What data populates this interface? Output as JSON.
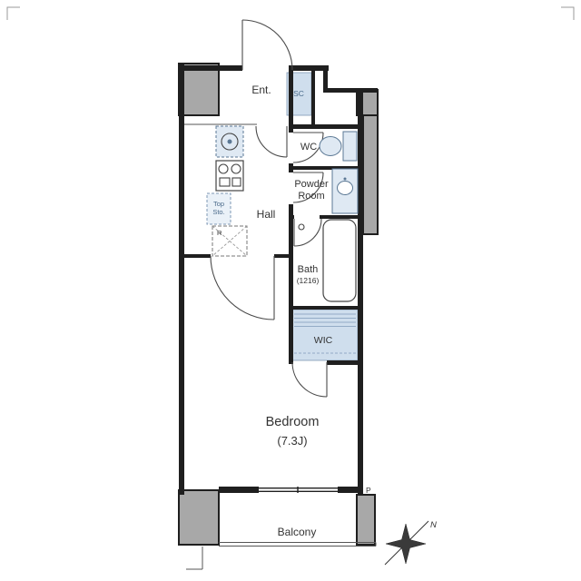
{
  "floorplan": {
    "rooms": {
      "entrance": "Ent.",
      "shoe_closet": "SC",
      "toilet": "WC",
      "powder_line1": "Powder",
      "powder_line2": "Room",
      "hall": "Hall",
      "bath_line1": "Bath",
      "bath_line2": "(1216)",
      "walk_in_closet": "WIC",
      "bedroom_line1": "Bedroom",
      "bedroom_line2": "(7.3J)",
      "balcony": "Balcony"
    },
    "fixtures": {
      "top_storage_line1": "Top",
      "top_storage_line2": "Sto.",
      "refrigerator": "R",
      "porch": "P"
    },
    "compass": {
      "north": "N"
    },
    "colors": {
      "wall": "#1f1f1f",
      "pillar": "#a8a8a8",
      "fixture_fill": "#dfe9f3",
      "closet_fill": "#cfdeed",
      "fixture_line": "#5b7894",
      "text": "#333333"
    }
  }
}
